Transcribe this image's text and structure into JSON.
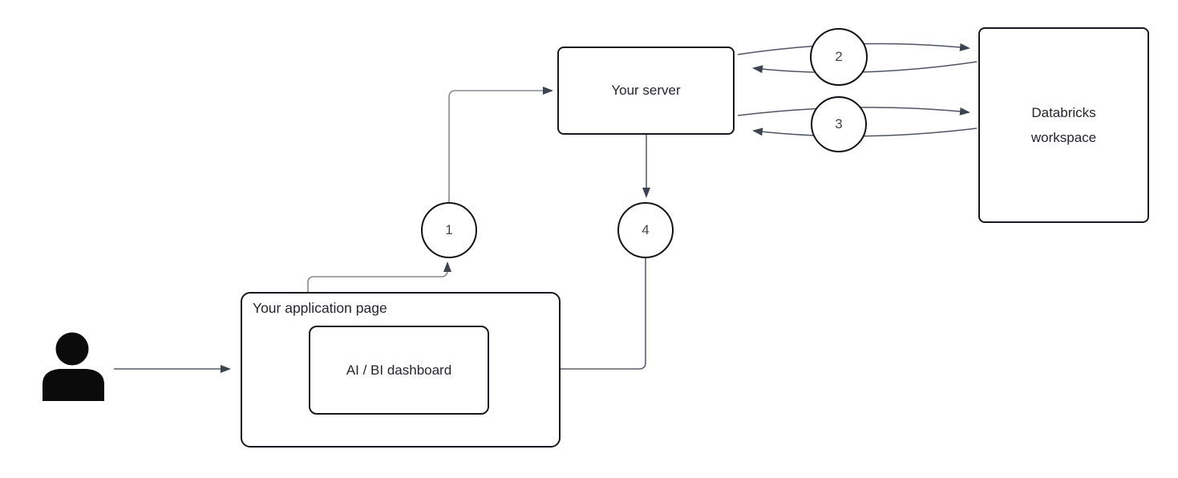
{
  "nodes": {
    "app_page": {
      "label": "Your application page"
    },
    "dashboard": {
      "label": "AI / BI dashboard"
    },
    "server": {
      "label": "Your server"
    },
    "databricks": {
      "lines": [
        "Databricks",
        "workspace"
      ]
    }
  },
  "steps": [
    "1",
    "2",
    "3",
    "4"
  ],
  "icons": {
    "user": "person-icon"
  },
  "colors": {
    "background": "#ffffff",
    "box_border": "#171a20",
    "circle_border": "#0f1216",
    "connector": "#6e7680",
    "arrowhead": "#3d4450",
    "text": "#23262b",
    "person": "#0b0b0b"
  }
}
